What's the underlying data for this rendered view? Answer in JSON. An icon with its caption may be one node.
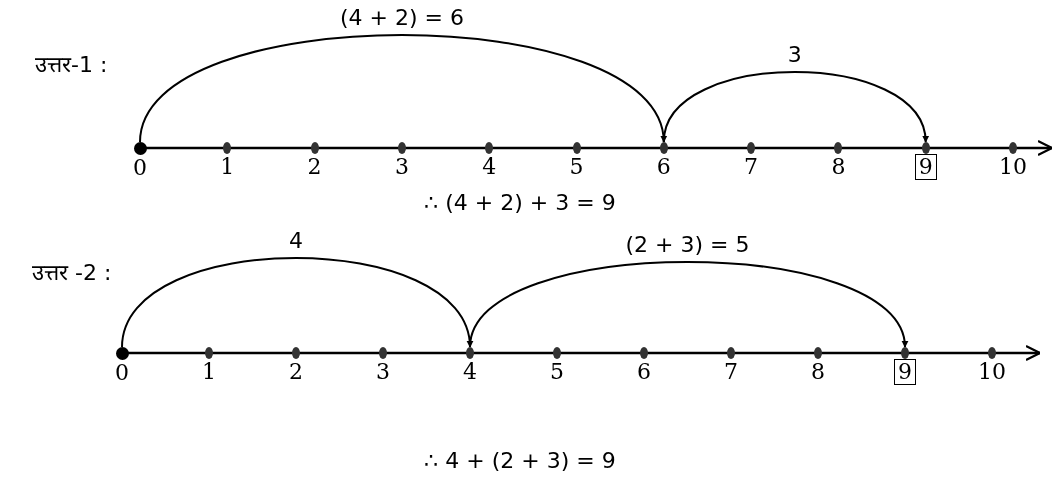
{
  "diagram": {
    "nodes": [
      {
        "text": [
          "0"
        ]
      },
      {
        "text": [
          "1"
        ]
      },
      {
        "text": [
          "2"
        ]
      },
      {
        "text": [
          "3"
        ]
      },
      {
        "text": [
          "4"
        ]
      },
      {
        "text": [
          "5"
        ]
      },
      {
        "text": [
          "6"
        ]
      },
      {
        "text": [
          "7"
        ]
      },
      {
        "text": [
          "8"
        ]
      },
      {
        "text": [
          "9"
        ]
      },
      {
        "text": [
          "10"
        ]
      },
      {
        "text": [
          "0"
        ]
      },
      {
        "text": [
          "1"
        ]
      },
      {
        "text": [
          "2"
        ]
      },
      {
        "text": [
          "3"
        ]
      },
      {
        "text": [
          "4"
        ]
      },
      {
        "text": [
          "5"
        ]
      },
      {
        "text": [
          "6"
        ]
      },
      {
        "text": [
          "7"
        ]
      },
      {
        "text": [
          "8"
        ]
      },
      {
        "text": [
          "9"
        ]
      },
      {
        "text": [
          "10"
        ]
      }
    ],
    "edges": [
      {
        "from": 0,
        "to": 6,
        "arrow": "to",
        "label": "(4 + 2) = 6"
      },
      {
        "from": 6,
        "to": 9,
        "arrow": "to",
        "label": "3"
      },
      {
        "from": 11,
        "to": 15,
        "arrow": "to",
        "label": "4"
      },
      {
        "from": 15,
        "to": 20,
        "arrow": "to",
        "label": "(2 + 3) = 5"
      }
    ],
    "labels": [
      "उत्तर-1 :",
      "∴ (4 + 2) + 3 = 9",
      "उत्तर -2 :",
      "∴ 4 + (2 + 3) = 9"
    ]
  }
}
